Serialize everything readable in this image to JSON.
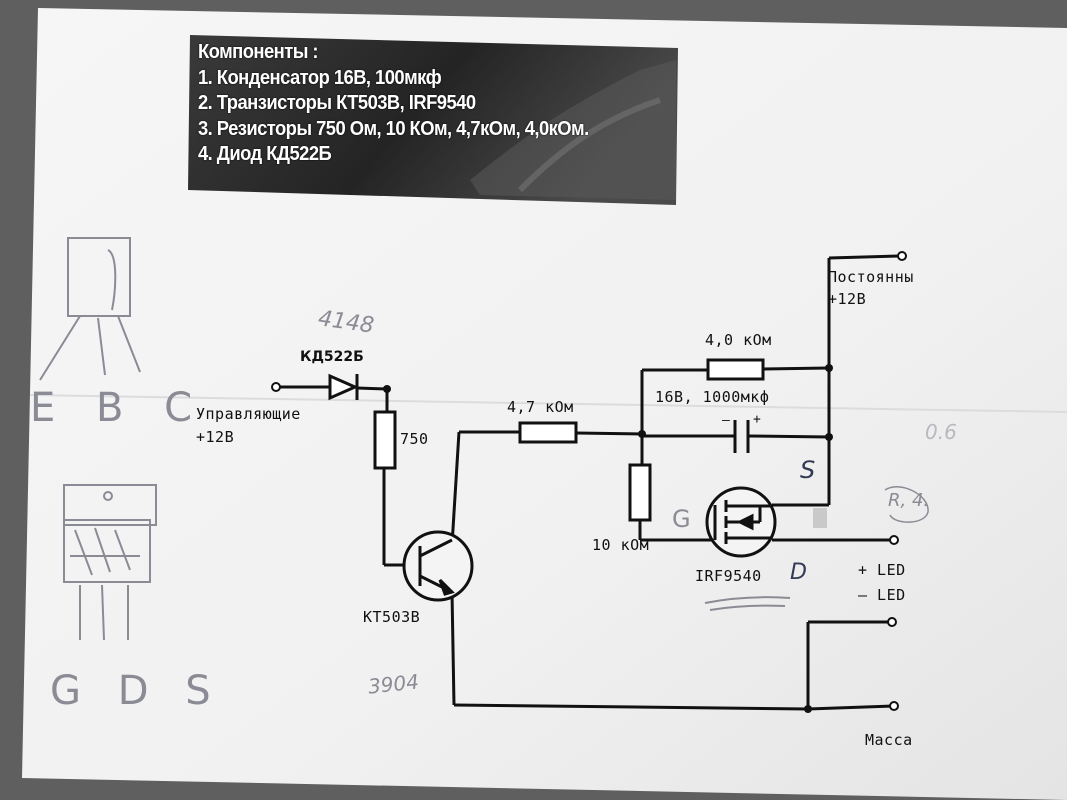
{
  "banner": {
    "title": "Компоненты :",
    "items": [
      "1. Конденсатор 16В, 100мкф",
      "2. Транзисторы КТ503В, IRF9540",
      "3. Резисторы 750 Ом, 10 КОм, 4,7кОм, 4,0кОм.",
      "4. Диод КД522Б"
    ]
  },
  "schematic": {
    "diode_label": "КД522Б",
    "control_input_label_1": "Управляющие",
    "control_input_label_2": "+12В",
    "r_base_value": "750",
    "transistor_npn_label": "КТ503В",
    "r_series_value": "4,7 кОм",
    "r_top_value": "4,0 кОм",
    "capacitor_value": "16В, 1000мкф",
    "capacitor_polarity_minus": "–",
    "capacitor_polarity_plus": "+",
    "r_gate_value": "10 кОм",
    "mosfet_label": "IRF9540",
    "supply_label_1": "Постоянны",
    "supply_label_2": "+12В",
    "led_plus_label": "+ LED",
    "led_minus_label": "– LED",
    "ground_label": "Масса"
  },
  "handwriting": {
    "diode_alt": "4148",
    "npn_pinout": "E B C",
    "mosfet_pinout": "G D S",
    "npn_alt": "3904",
    "gate_mark": "G",
    "source_mark": "S",
    "drain_mark": "D",
    "note_right": "R, 4.",
    "note_voltage": "0.6"
  },
  "colors": {
    "paper": "#f4f4f4",
    "ink": "#111111",
    "pencil": "#8b8b95",
    "banner_bg": "#2a2a2a"
  }
}
